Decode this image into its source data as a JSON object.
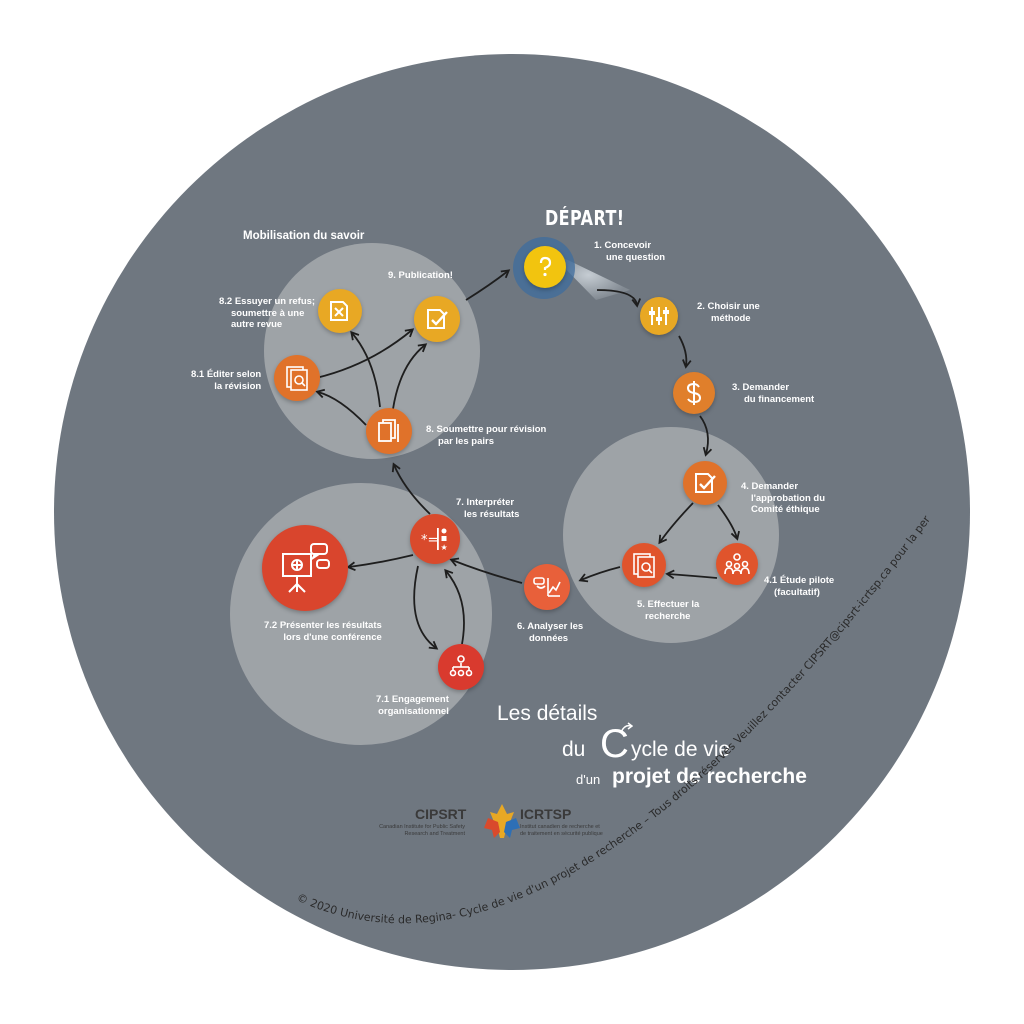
{
  "colors": {
    "background_circle": "#6f7780",
    "cluster": "#a7aaae",
    "orange": "#e58a2b",
    "yellow": "#e8a824",
    "red": "#d94a2c",
    "depart": "#f2c40f"
  },
  "depart": "DÉPART!",
  "mobilisation_title": "Mobilisation du savoir",
  "steps": {
    "s1": [
      "1. Concevoir",
      "une question"
    ],
    "s2": [
      "2. Choisir une",
      "méthode"
    ],
    "s3": [
      "3. Demander",
      "du financement"
    ],
    "s4": [
      "4. Demander",
      "l'approbation du",
      "Comité éthique"
    ],
    "s41": [
      "4.1 Étude pilote",
      "(facultatif)"
    ],
    "s5": [
      "5. Effectuer la",
      "recherche"
    ],
    "s6": [
      "6. Analyser les",
      "données"
    ],
    "s7": [
      "7. Interpréter",
      "les résultats"
    ],
    "s71": [
      "7.1 Engagement",
      "organisationnel"
    ],
    "s72": [
      "7.2 Présenter les résultats",
      "lors d'une conférence"
    ],
    "s8": [
      "8. Soumettre pour révision",
      "par les pairs"
    ],
    "s81": [
      "8.1 Éditer selon",
      "la révision"
    ],
    "s82": [
      "8.2 Essuyer un refus;",
      "soumettre à une",
      "autre revue"
    ],
    "s9": [
      "9. Publication!"
    ]
  },
  "icons": {
    "n1": "question-icon",
    "n2": "sliders-icon",
    "n3": "dollar-icon",
    "n4": "checklist-icon",
    "n41": "team-icon",
    "n5": "research-document-icon",
    "n6": "analysis-chart-icon",
    "n7": "symbols-icon",
    "n71": "organization-icon",
    "n72": "conference-presentation-icon",
    "n8": "documents-icon",
    "n81": "edit-document-icon",
    "n82": "rejected-document-icon",
    "n9": "published-document-icon"
  },
  "title": {
    "line1": "Les détails",
    "line2_pre": "du",
    "line2_big": "C",
    "line2_post": "ycle de vie",
    "line3_pre": "d'un",
    "line3_main": "projet de recherche"
  },
  "logo": {
    "left_name": "CIPSRT",
    "left_sub": [
      "Canadian Institute for Public Safety",
      "Research and Treatment"
    ],
    "right_name": "ICRTSP",
    "right_sub": [
      "Institut canadien de recherche et",
      "de traitement en sécurité publique"
    ]
  },
  "copyright": "© 2020 Université de Regina- Cycle de vie d'un projet de recherche – Tous droits réservés Veuillez contacter CIPSRT@cipsrt-icrtsp.ca pour la permission d'utiliser ce graphique."
}
